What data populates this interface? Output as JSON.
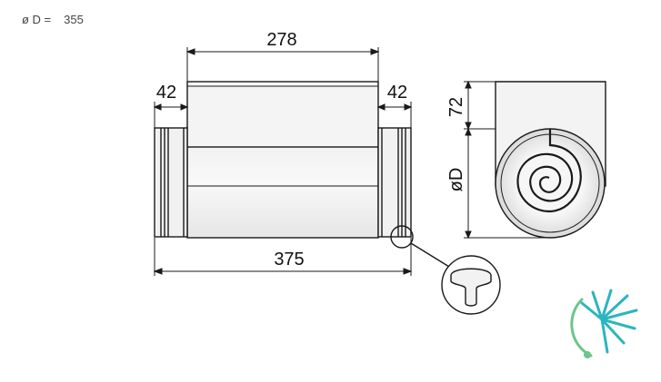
{
  "header": {
    "diameter_label": "ø D =",
    "diameter_value": "355"
  },
  "dimensions": {
    "body_length": "278",
    "left_spigot": "42",
    "right_spigot": "42",
    "total_length": "375",
    "box_height": "72",
    "diameter_symbol": "øD"
  },
  "colors": {
    "line": "#1a1a1a",
    "face": "#f2f2f2",
    "logo_teal": "#2bb5c0",
    "logo_green": "#6cc58a"
  },
  "icons": {
    "logo": "dandelion-logo-icon",
    "detail": "t-profile-detail-icon"
  }
}
